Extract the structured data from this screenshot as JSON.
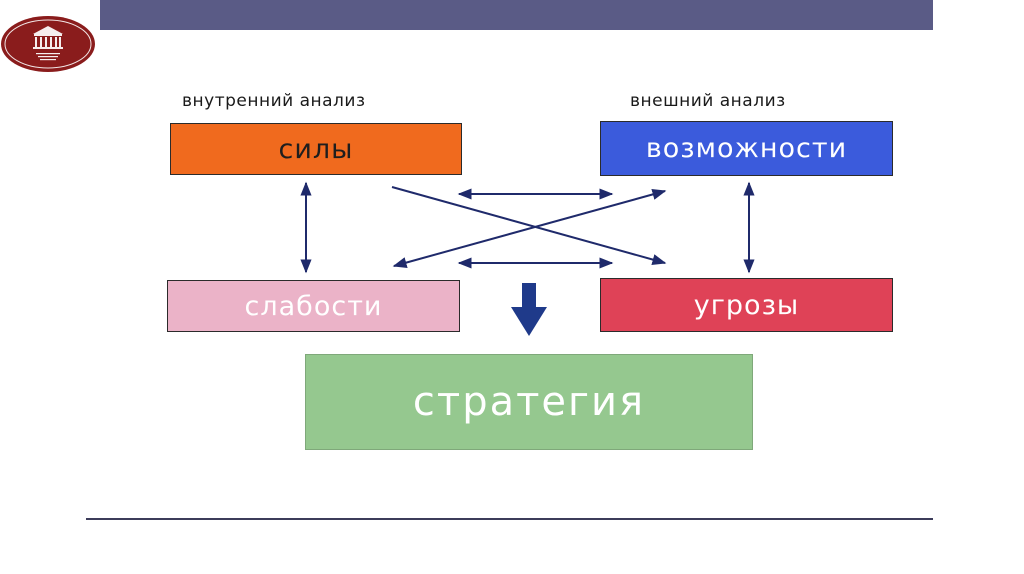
{
  "diagram": {
    "labels": {
      "internal": "внутренний анализ",
      "external": "внешний анализ"
    },
    "boxes": {
      "strengths": "силы",
      "opportunities": "возможности",
      "weaknesses": "слабости",
      "threats": "угрозы",
      "strategy": "стратегия"
    }
  },
  "colors": {
    "header_bar": "#5a5b86",
    "strengths": "#f06a1e",
    "opportunities": "#3b5bdc",
    "weaknesses": "#ebb3c8",
    "threats": "#df4257",
    "strategy": "#95c88f",
    "arrows": "#1f2a6b",
    "logo": "#8a1c1c"
  },
  "icons": {
    "logo": "university-seal-icon",
    "down_arrow": "arrow-down-icon"
  }
}
